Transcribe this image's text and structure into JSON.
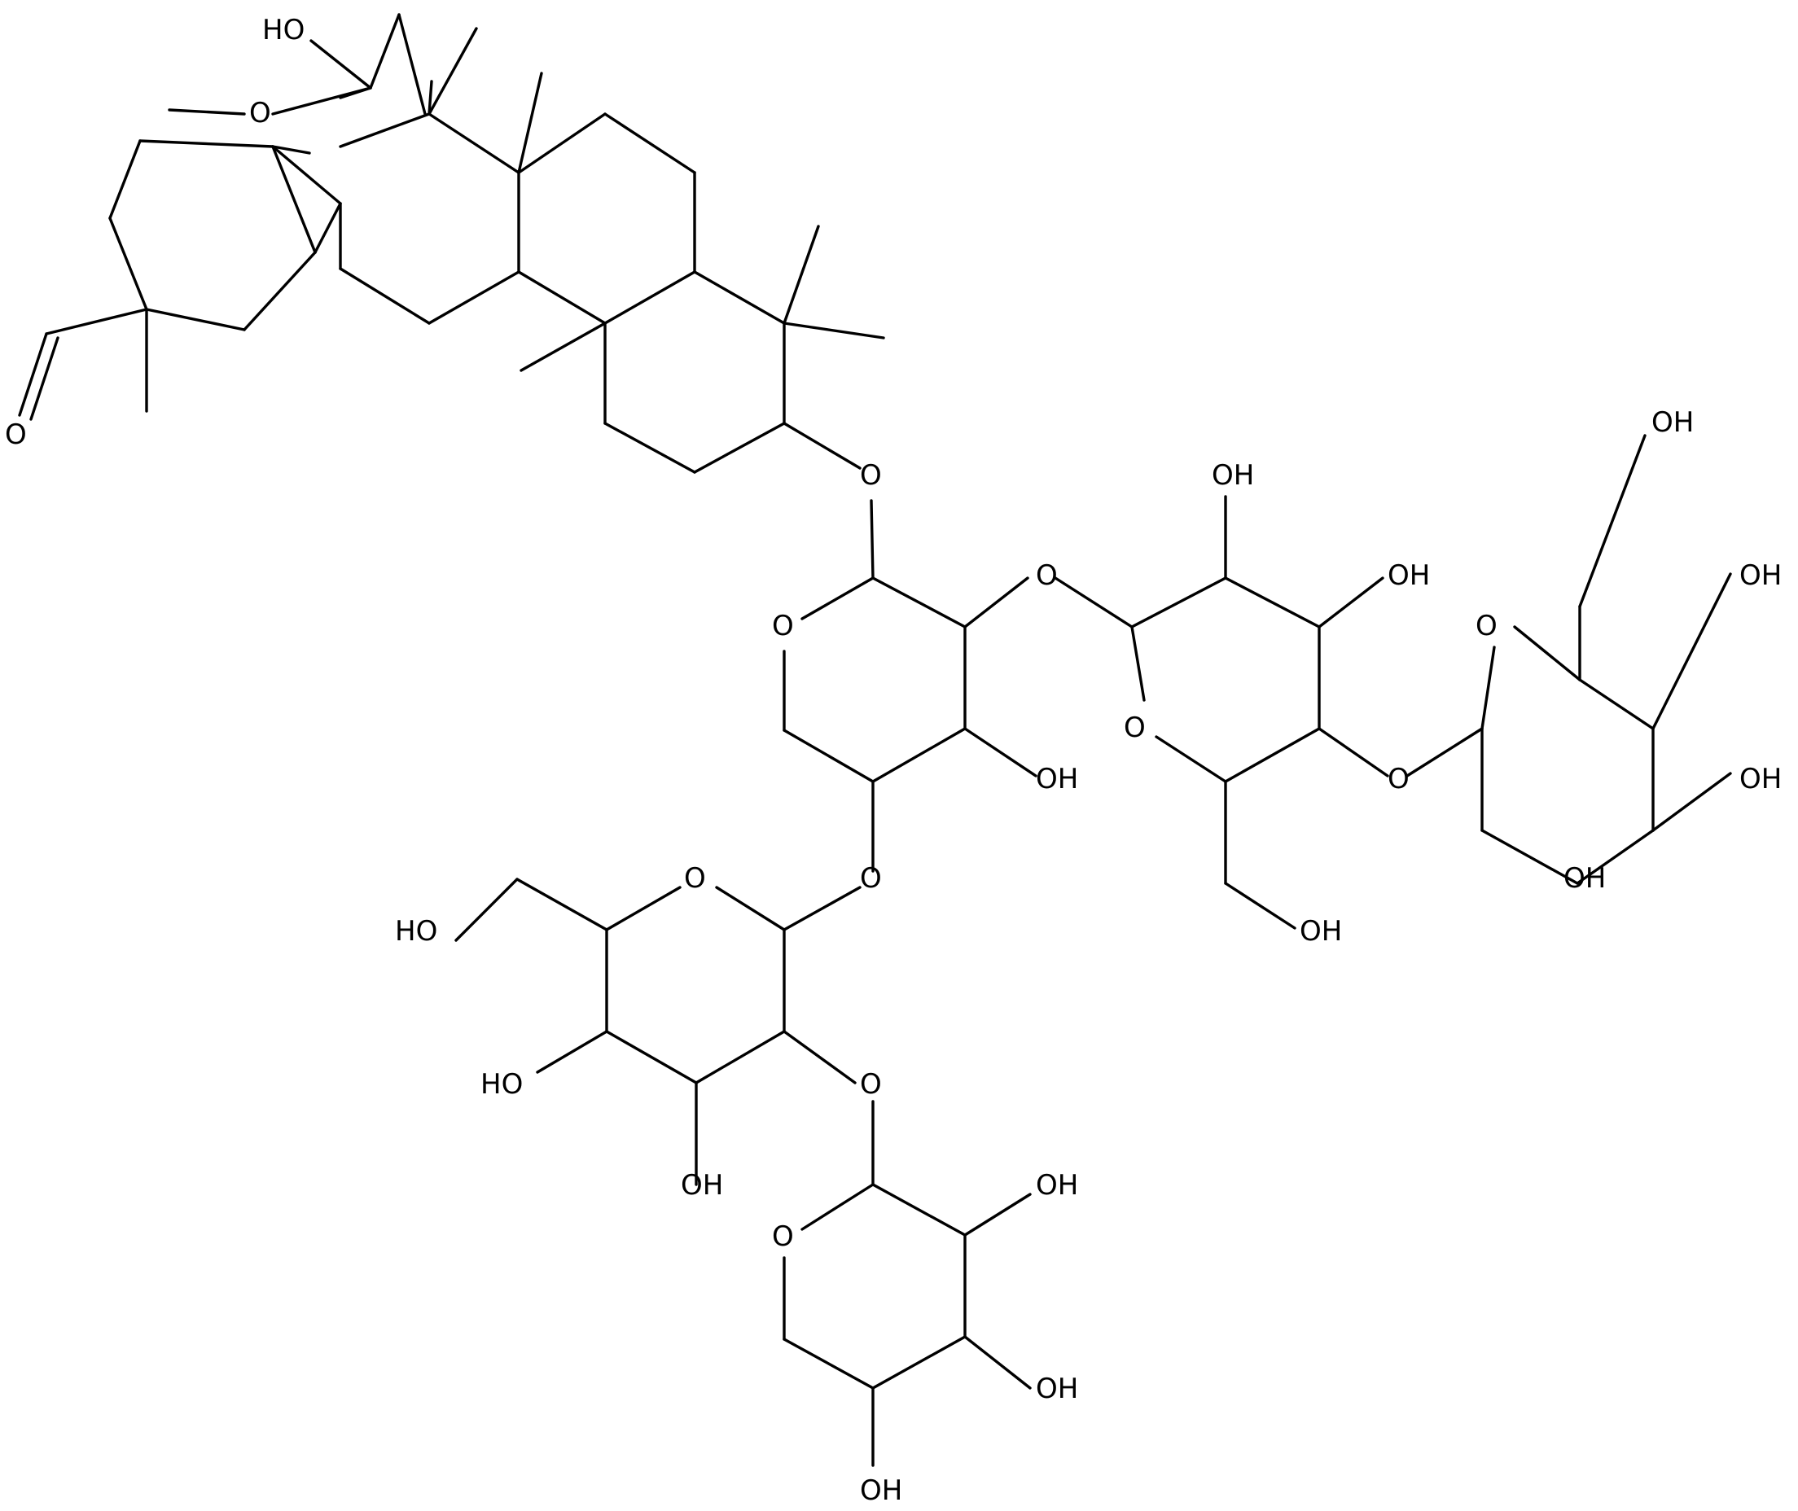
{
  "structure": {
    "atom_labels": {
      "oh": "OH",
      "ho": "HO",
      "o": "O"
    },
    "colors": {
      "bond": "#000000",
      "text": "#000000",
      "background": "#ffffff"
    }
  }
}
